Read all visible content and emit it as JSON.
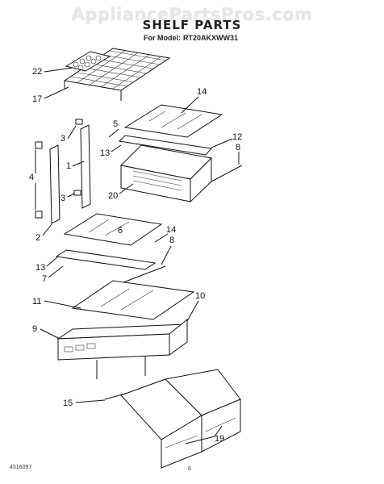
{
  "watermark": "AppliancePartsPros.com",
  "header": {
    "title": "SHELF PARTS",
    "model_prefix": "For Model:",
    "model_number": "RT20AKXWW31"
  },
  "footer": {
    "doc_number": "4316097",
    "page_number": "6"
  },
  "callouts": {
    "c22": "22",
    "c17": "17",
    "c14a": "14",
    "c5": "5",
    "c12": "12",
    "c8a": "8",
    "c13a": "13",
    "c3a": "3",
    "c1": "1",
    "c4": "4",
    "c3b": "3",
    "c20": "20",
    "c2": "2",
    "c6": "6",
    "c14b": "14",
    "c8b": "8",
    "c13b": "13",
    "c7": "7",
    "c11": "11",
    "c10": "10",
    "c9": "9",
    "c15": "15",
    "c19": "19"
  }
}
